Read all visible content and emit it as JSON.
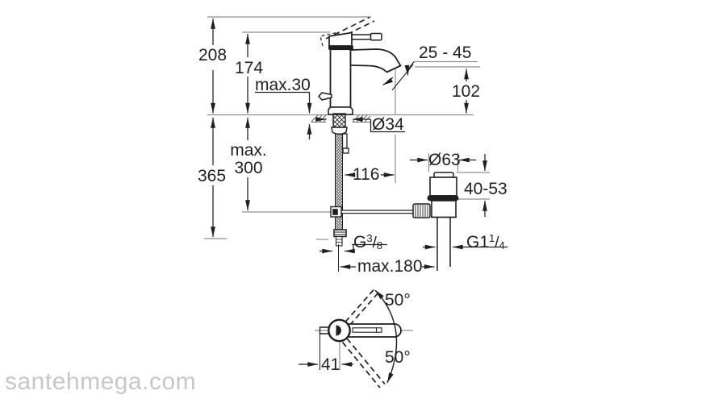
{
  "watermark": "santehmega.com",
  "colors": {
    "ink": "#1f1f1f",
    "reference_line": "#8f8f8f",
    "watermark": "#c7c7c7",
    "background": "#ffffff"
  },
  "side_view": {
    "overall_height": "208",
    "lever_height": "174",
    "deck_thickness_max": "max.30",
    "outlet_height": "102",
    "aerator_height_range": "25 - 45",
    "mounting_hole_diameter": "Ø34",
    "hose_depth_max": "max.\n300",
    "installation_depth": "365",
    "spout_reach": "116",
    "supply_span_max": "max.180",
    "supply_thread": {
      "prefix": "G",
      "numerator": "3",
      "slash": "/",
      "denominator": "8"
    }
  },
  "waste_view": {
    "flange_diameter": "Ø63",
    "deck_thickness_range": "40-53",
    "waste_thread": {
      "prefix": "G1",
      "numerator": "1",
      "slash": "/",
      "denominator": "4"
    }
  },
  "top_view": {
    "handle_swing_upper": "50°",
    "handle_swing_lower": "50°",
    "handle_offset": "41"
  }
}
